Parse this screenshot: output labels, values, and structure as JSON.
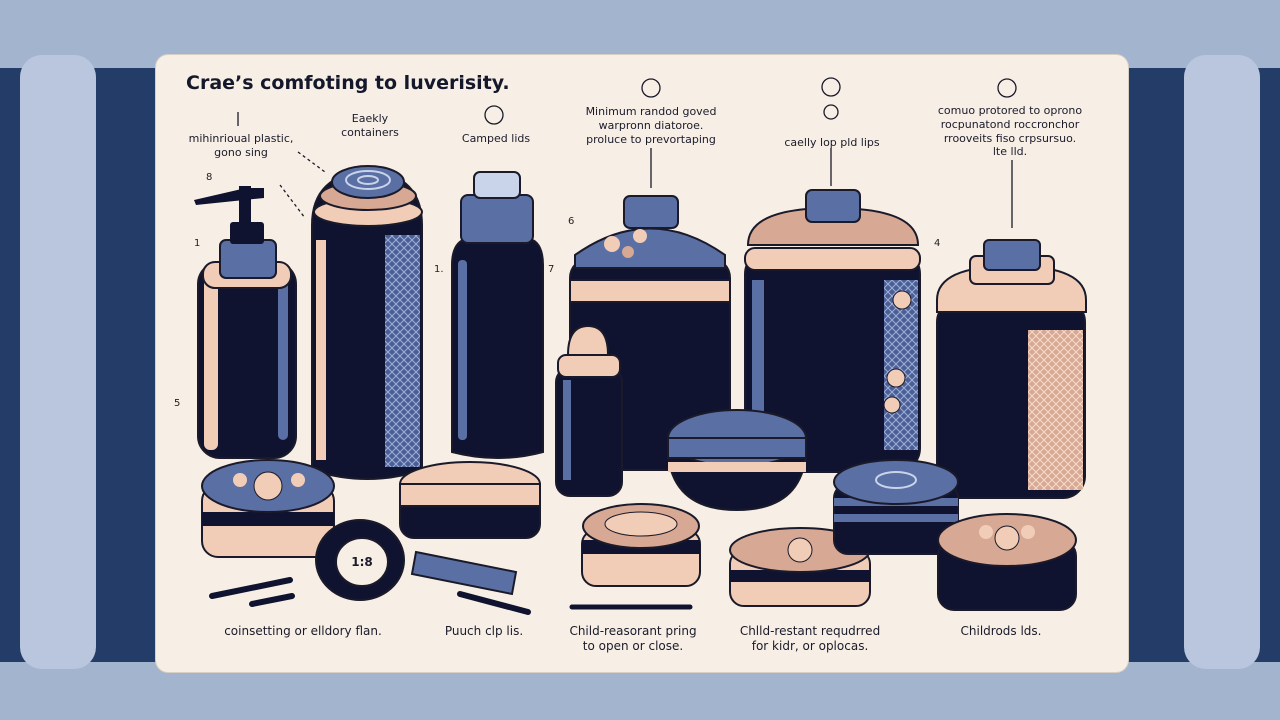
{
  "title": "Crae’s comfoting to luverisity.",
  "callouts": {
    "c1": "mihinrioual plastic,\ngono sing",
    "c2": "Eaekly\ncontainers",
    "c3": "Camped lids",
    "c4": "Minimum randod goved\nwarpronn diatoroe.\nproluce to prevortaping",
    "c5": "caelly lop pld lips",
    "c6": "comuo protored to oprono\nrocpunatond roccronchor\nrrooveits fiso crpsursuo.\nlte lld."
  },
  "captions": {
    "cap1": "coinsetting or elldory flan.",
    "cap2": "Puuch clp lis.",
    "cap3": "Child-reasorant pring\nto open or close.",
    "cap4": "Chlld-restant requdrred\nfor kidr, or oplocas.",
    "cap5": "Childrods lds."
  },
  "markers": {
    "m1": "8",
    "m2": "1",
    "m3": "5",
    "m4": "1.",
    "m5": "7",
    "m6": "6",
    "m7": "4"
  },
  "ring_label": "1:8",
  "colors": {
    "navy": "#0f1330",
    "steel": "#5a6fa3",
    "peach": "#f1cdb8",
    "cream": "#f7efe6",
    "band": "#233d68",
    "backdrop": "#a3b4cf"
  }
}
